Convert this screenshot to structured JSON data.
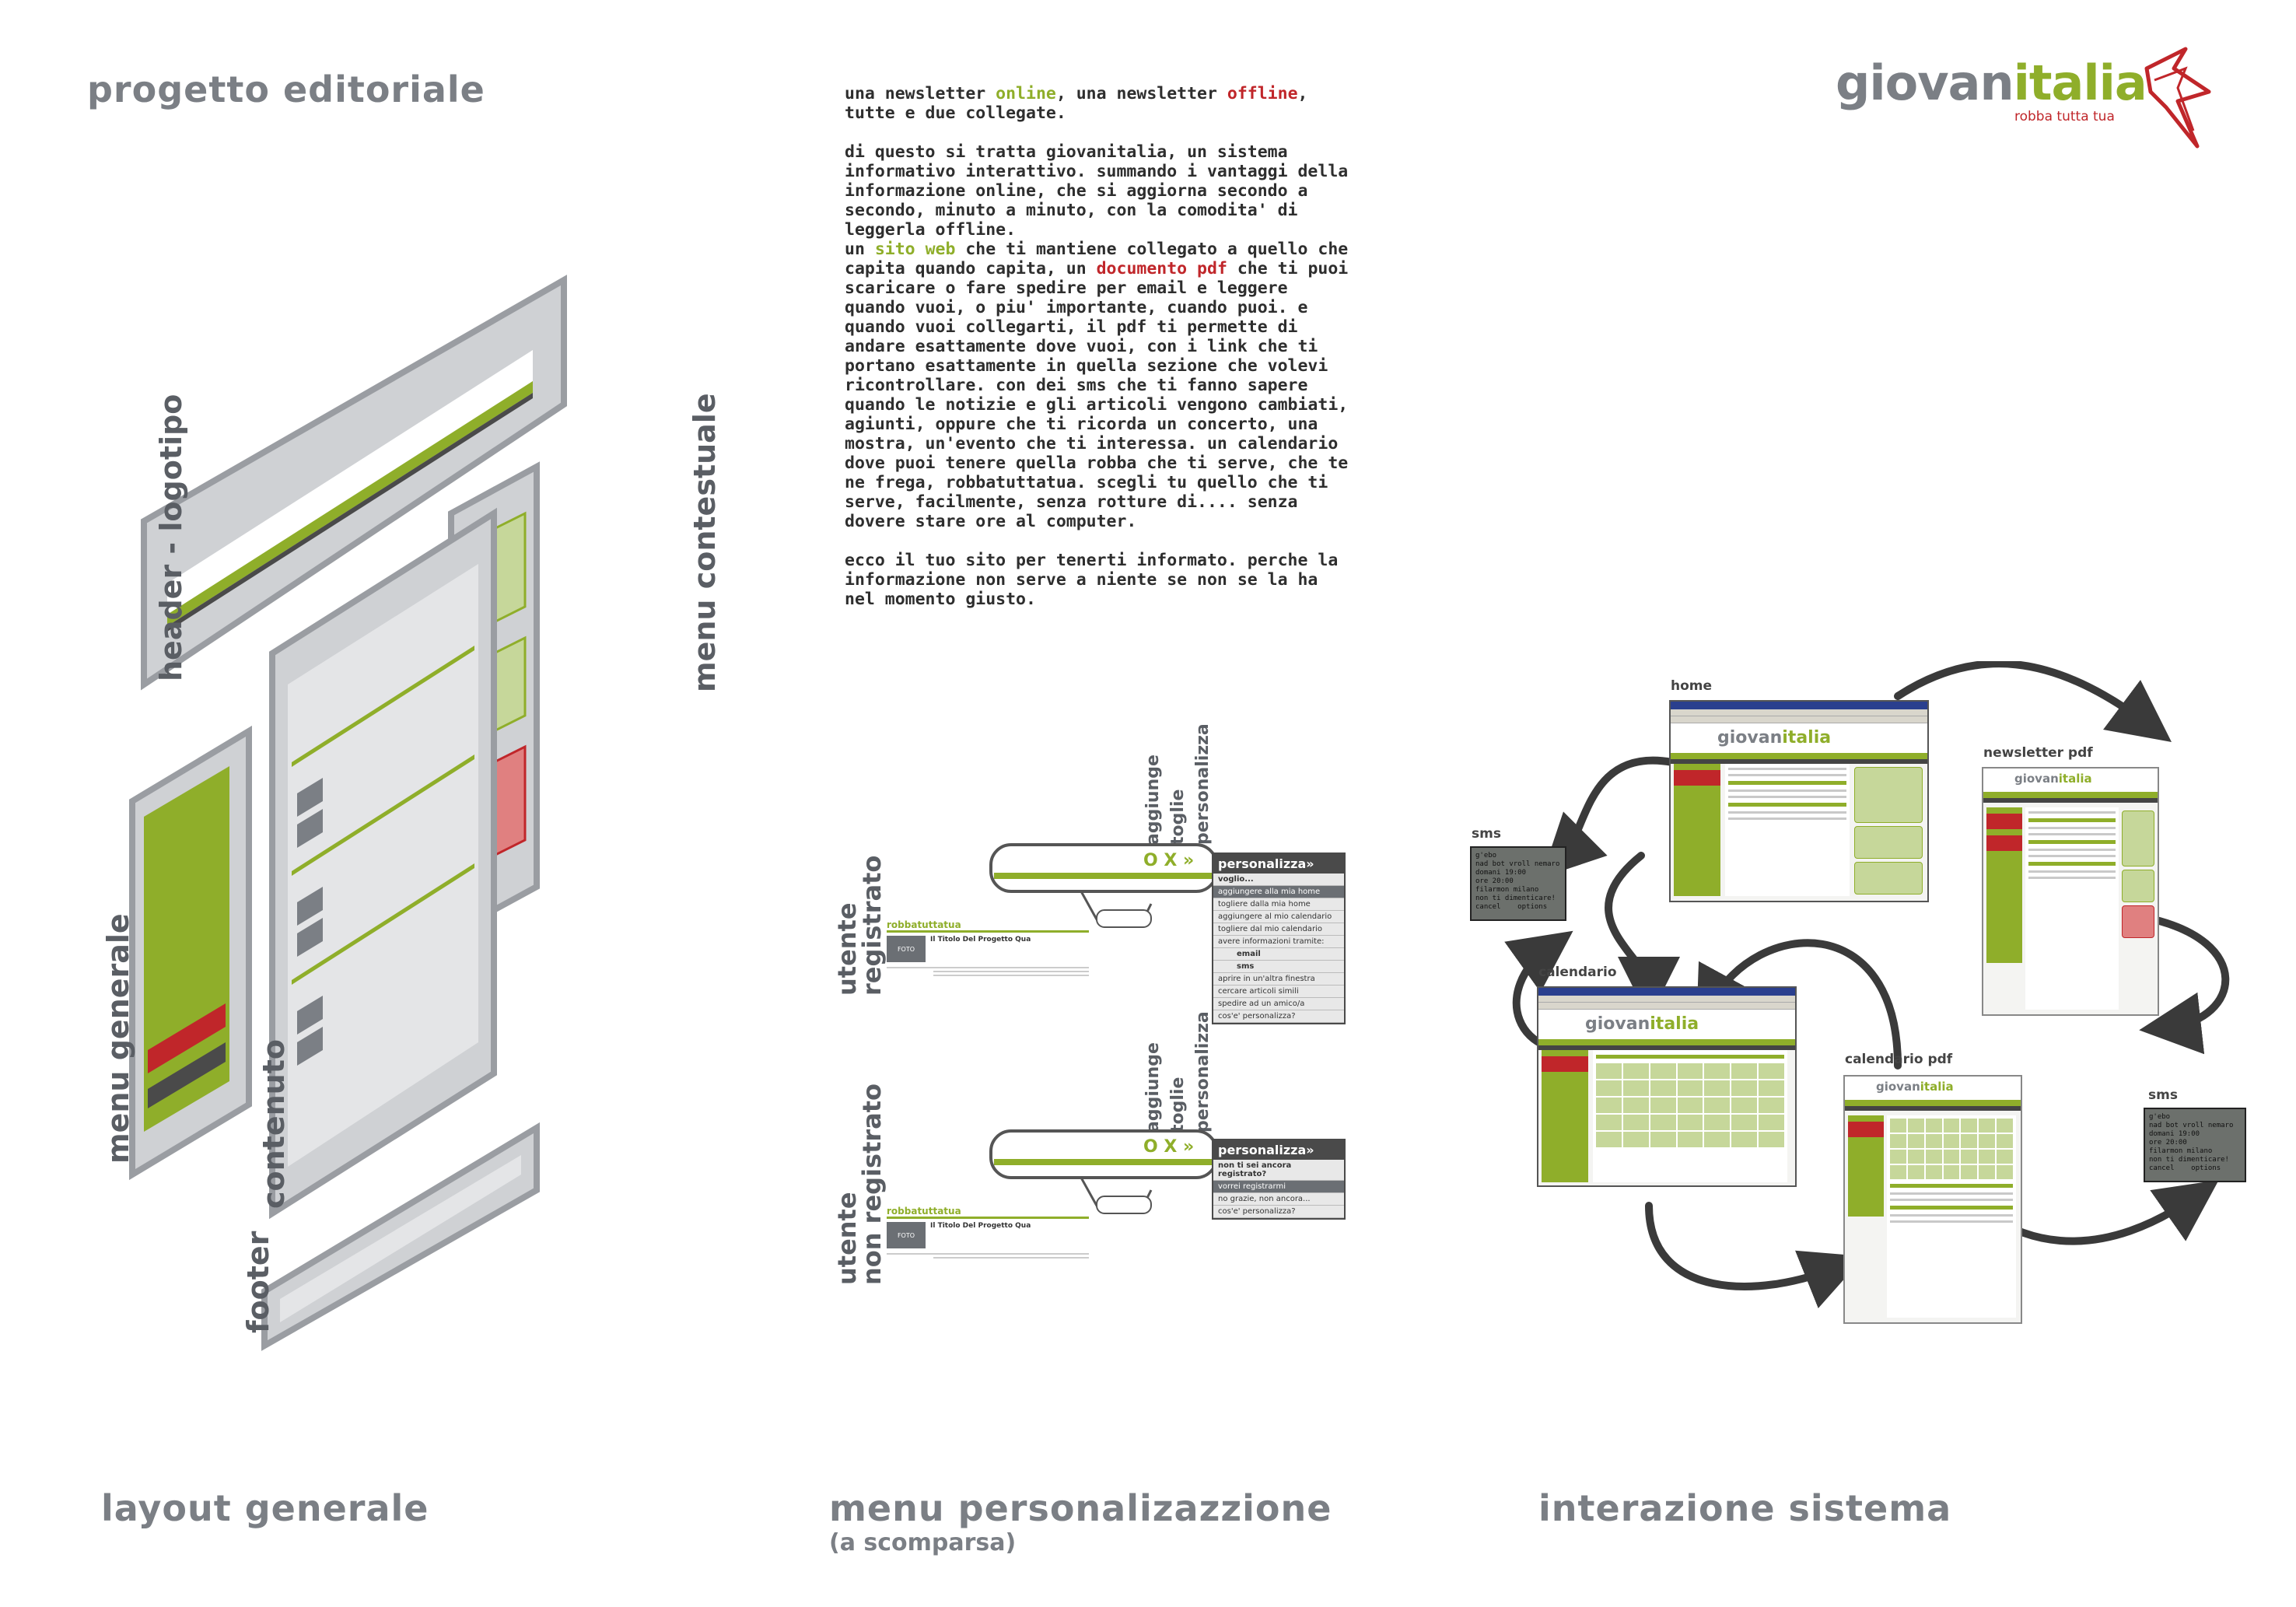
{
  "sections": {
    "editorial_title": "progetto editoriale",
    "layout_title": "layout generale",
    "menu_title": "menu personalizazzione",
    "menu_subtitle": "(a scomparsa)",
    "interaction_title": "interazione sistema"
  },
  "logo": {
    "word_a": "giovan",
    "word_b": "italia",
    "tagline": "robba tutta tua"
  },
  "description": {
    "p1_a": "una newsletter ",
    "p1_online": "online",
    "p1_b": ", una newsletter ",
    "p1_offline": "offline",
    "p1_c": ", tutte e due collegate.",
    "p2_a": "di questo si tratta giovanitalia, un sistema informativo interattivo. summando i vantaggi della informazione online, che si aggiorna secondo a secondo, minuto a minuto, con la comodita' di leggerla offline.",
    "p2_b": "un ",
    "p2_sito": "sito web",
    "p2_c": " che ti mantiene collegato a quello che capita quando capita, un ",
    "p2_pdf": "documento pdf",
    "p2_d": " che ti puoi scaricare o fare spedire per email e leggere quando vuoi, o piu' importante, cuando puoi. e quando vuoi collegarti, il pdf ti permette di andare esattamente dove vuoi, con i link che ti portano esattamente in quella sezione che volevi ricontrollare. con dei sms che ti fanno sapere quando le notizie e gli articoli vengono cambiati, agiunti, oppure che ti ricorda un concerto, una mostra, un'evento che ti interessa. un calendario dove puoi tenere quella robba che ti serve, che te ne frega, robbatuttatua. scegli tu quello che ti serve, facilmente, senza rotture di.... senza dovere stare ore al computer.",
    "p3": "ecco il tuo sito per tenerti informato. perche la informazione non serve a niente se non se la ha nel momento giusto."
  },
  "layout_labels": {
    "header": "header - logotipo",
    "menu_generale": "menu generale",
    "contenuto": "contenuto",
    "menu_contestuale": "menu contestuale",
    "footer": "footer"
  },
  "personalizza": {
    "actions": [
      "aggiunge",
      "toglie",
      "personalizza"
    ],
    "controls": "O X »",
    "registered_label_1": "utente",
    "registered_label_2": "registrato",
    "unregistered_label_1": "utente",
    "unregistered_label_2": "non registrato",
    "menu_header": "personalizza»",
    "registered_items": [
      "voglio...",
      "aggiungere alla mia home",
      "togliere dalla mia home",
      "aggiungere al mio calendario",
      "togliere dal mio calendario",
      "avere informazioni tramite:",
      "email",
      "sms",
      "aprire in un'altra finestra",
      "cercare articoli simili",
      "spedire ad un amico/a",
      "cos'e' personalizza?"
    ],
    "unregistered_items": [
      "non ti sei ancora registrato?",
      "vorrei registrarmi",
      "no grazie, non ancora...",
      "cos'e' personalizza?"
    ],
    "sample_title": "robbatuttatua",
    "sample_article": "Il Titolo Del Progetto Qua",
    "sample_photo": "FOTO"
  },
  "interaction": {
    "labels": {
      "home": "home",
      "newsletter_pdf": "newsletter pdf",
      "sms_left": "sms",
      "calendario": "calendario",
      "calendario_pdf": "calendario pdf",
      "sms_right": "sms"
    },
    "sms_text": "g'ebo\nnad bot vroll nemaro\ndomani 19:00\nore 20:00\nfilarmon milano\nnon ti dimenticare!\ncancel    options"
  },
  "colors": {
    "green": "#8fae2a",
    "red": "#c0262a",
    "grey": "#7b7f85",
    "dark": "#4a4a4a"
  }
}
